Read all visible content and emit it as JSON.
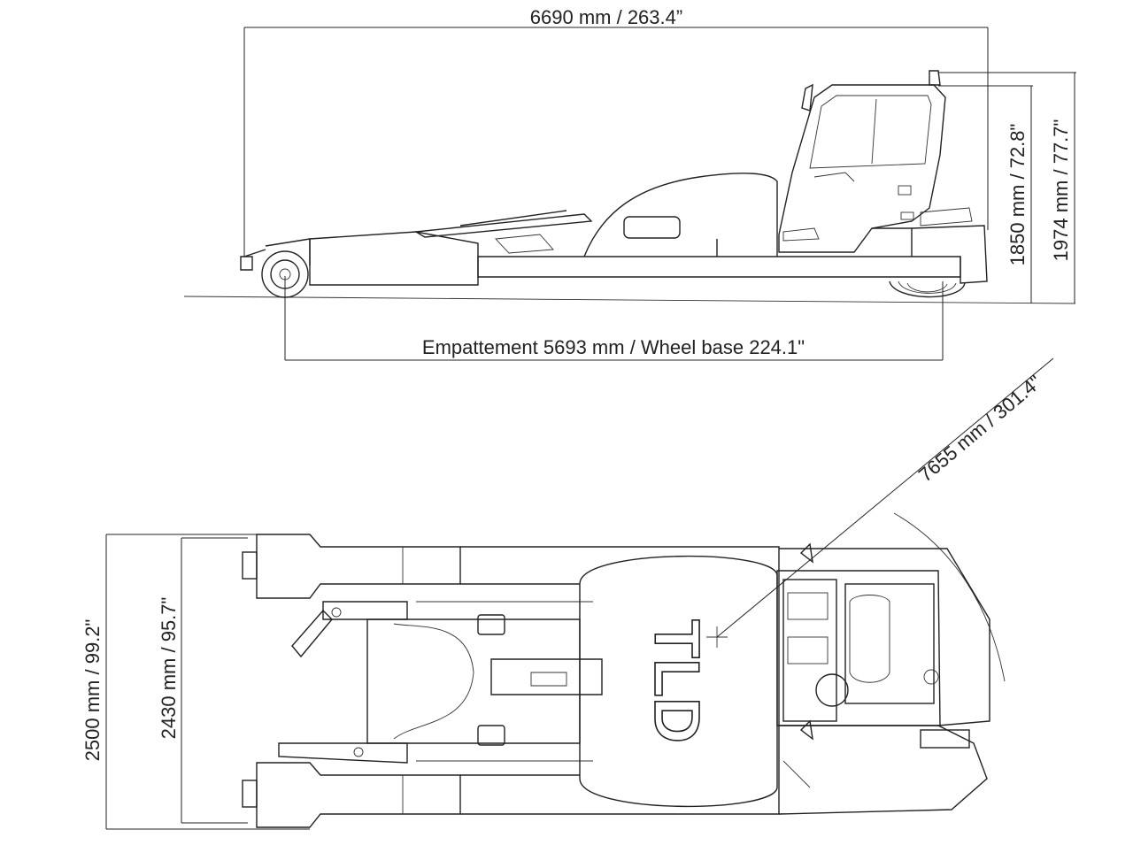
{
  "side_view": {
    "overall_length": "6690 mm / 263.4”",
    "wheel_base": "Empattement 5693 mm / Wheel base 224.1\"",
    "height_cab": "1850 mm / 72.8\"",
    "height_total": "1974 mm / 77.7\""
  },
  "top_view": {
    "turning_radius": "7655 mm / 301.4\"",
    "overall_width": "2500 mm / 99.2\"",
    "track_width": "2430 mm / 95.7\""
  },
  "logo": "TLD"
}
